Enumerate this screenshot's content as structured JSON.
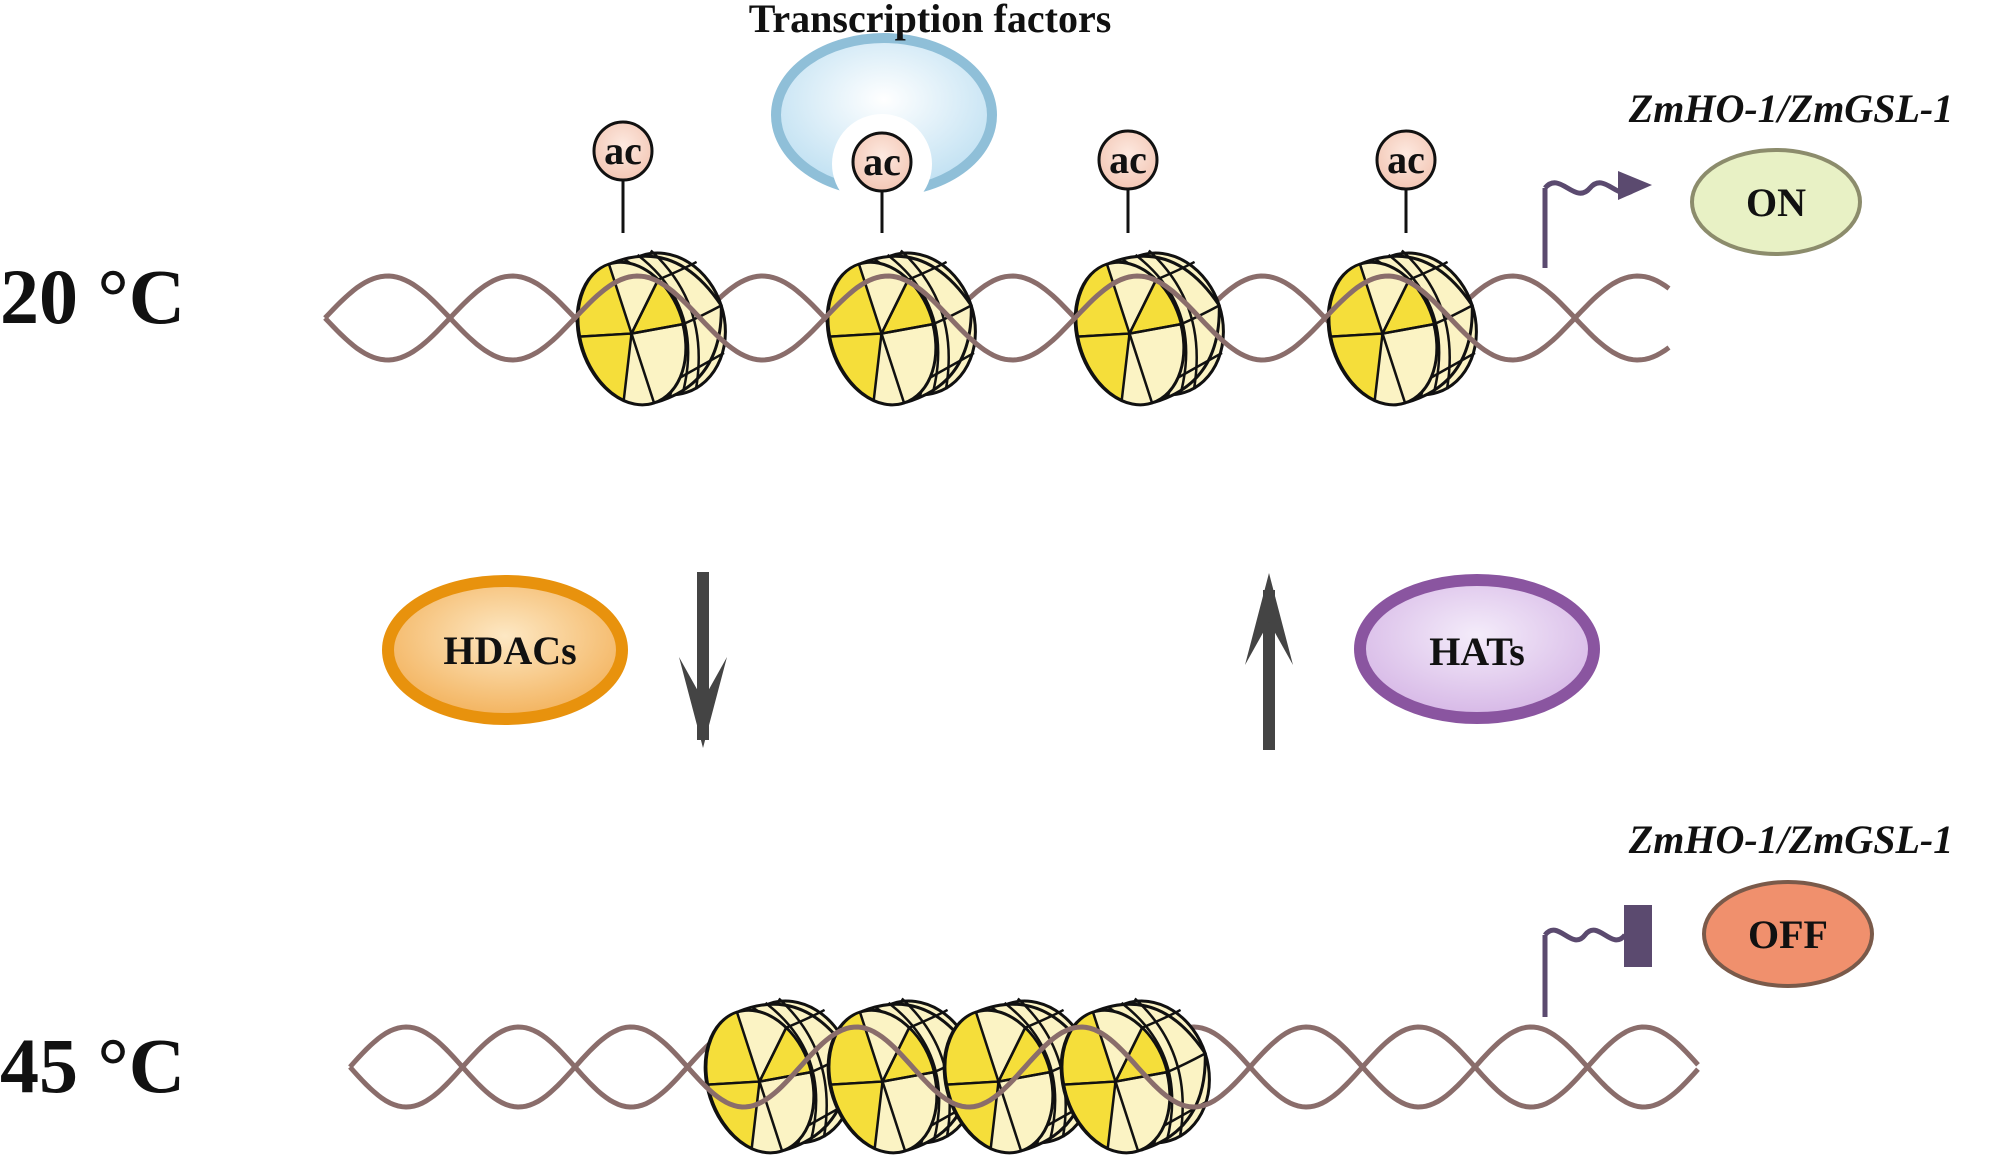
{
  "labels": {
    "temp_high_state": "20 °C",
    "temp_low_state": "45 °C",
    "transcription_factors": "Transcription factors",
    "gene_top": "ZmHO-1/ZmGSL-1",
    "gene_bottom": "ZmHO-1/ZmGSL-1",
    "on": "ON",
    "off": "OFF",
    "hdacs": "HDACs",
    "hats": "HATs",
    "acetyl": [
      "ac",
      "ac",
      "ac",
      "ac"
    ]
  },
  "colors": {
    "dna": "#8a6d6b",
    "nucleosome_dark": "#f5de3a",
    "nucleosome_light": "#fbf3c4",
    "acetyl_fill": "#f8d6c8",
    "tf_fill": "#cfe8f5",
    "tf_ring": "#8bbcd6",
    "promoter": "#5b4a6f",
    "on_fill": "#e8f1c5",
    "off_fill": "#f0906d",
    "hdac_ring": "#e8920d",
    "hdac_fill": "#f6c57e",
    "hat_ring": "#8a55a0",
    "hat_fill": "#dcc2ea",
    "arrow": "#444444"
  }
}
